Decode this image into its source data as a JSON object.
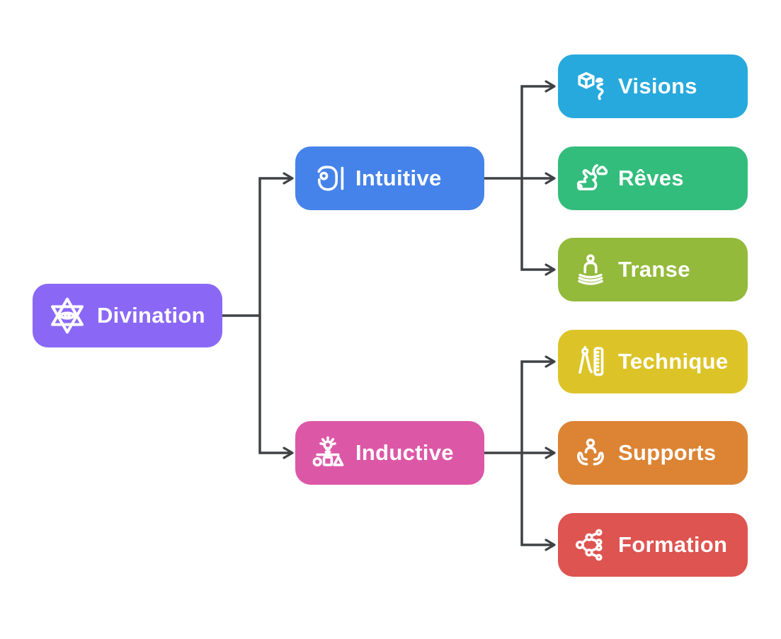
{
  "diagram": {
    "background": "#ffffff",
    "connector_color": "#3f4245",
    "text_color": "#ffffff",
    "nodes": {
      "divination": {
        "label": "Divination",
        "color": "#8a68f5",
        "icon": "hexagram-eye-icon"
      },
      "intuitive": {
        "label": "Intuitive",
        "color": "#4583ea",
        "icon": "spiral-swirl-icon"
      },
      "inductive": {
        "label": "Inductive",
        "color": "#dc58a7",
        "icon": "idea-sorting-icon"
      },
      "visions": {
        "label": "Visions",
        "color": "#27a9dd",
        "icon": "cube-squiggle-icon"
      },
      "reves": {
        "label": "Rêves",
        "color": "#33bd7c",
        "icon": "dreaming-rabbit-icon"
      },
      "transe": {
        "label": "Transe",
        "color": "#93ba3b",
        "icon": "meditation-icon"
      },
      "technique": {
        "label": "Technique",
        "color": "#dcc428",
        "icon": "compass-ruler-icon"
      },
      "supports": {
        "label": "Supports",
        "color": "#dc8434",
        "icon": "caring-hands-icon"
      },
      "formation": {
        "label": "Formation",
        "color": "#de5450",
        "icon": "network-tree-icon"
      }
    },
    "edges": [
      {
        "from": "Divination",
        "to": "Intuitive"
      },
      {
        "from": "Divination",
        "to": "Inductive"
      },
      {
        "from": "Intuitive",
        "to": "Visions"
      },
      {
        "from": "Intuitive",
        "to": "Rêves"
      },
      {
        "from": "Intuitive",
        "to": "Transe"
      },
      {
        "from": "Inductive",
        "to": "Technique"
      },
      {
        "from": "Inductive",
        "to": "Supports"
      },
      {
        "from": "Inductive",
        "to": "Formation"
      }
    ]
  }
}
